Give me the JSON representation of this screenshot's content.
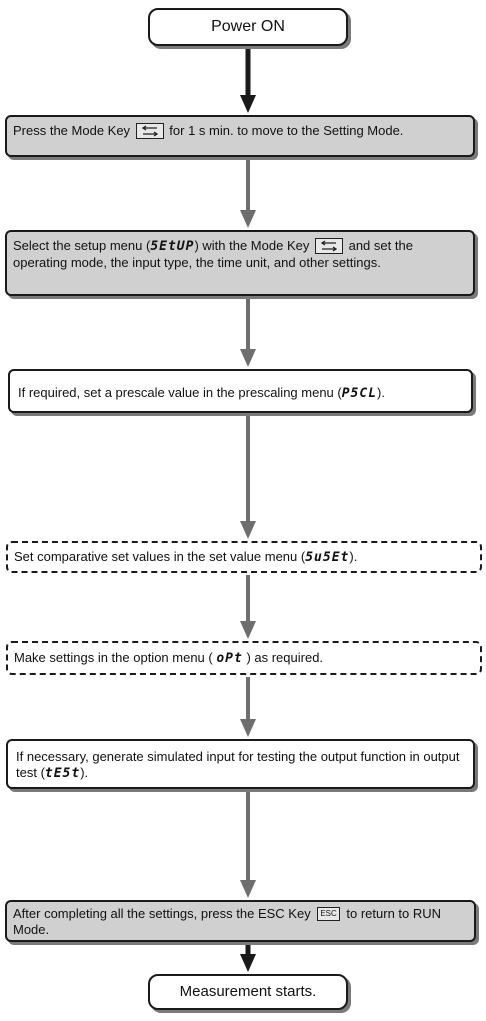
{
  "start": {
    "label": "Power ON"
  },
  "steps": [
    {
      "pre": "Press the Mode Key",
      "post": " for 1 s min. to move to the Setting Mode."
    },
    {
      "pre": "Select the setup menu (",
      "code": "5EtUP",
      "mid": ") with the Mode Key",
      "post": " and set the operating mode, the input type, the time unit, and other settings."
    },
    {
      "pre": "If required, set a prescale value in the prescaling menu (",
      "code": "P5CL",
      "post": ")."
    },
    {
      "pre": "Set comparative set values in the set value menu (",
      "code": "5u5Et",
      "post": ")."
    },
    {
      "pre": "Make settings in the option menu ( ",
      "code": "oPt",
      "post": " ) as required."
    },
    {
      "pre": "If necessary, generate simulated input for testing the output function in output test (",
      "code": "tE5t",
      "post": ")."
    },
    {
      "pre": "After completing all the settings, press the ESC Key",
      "key": "ESC",
      "post": " to return to RUN Mode."
    }
  ],
  "end": {
    "label": "Measurement starts."
  },
  "icons": {
    "mode_key": "mode-key-icon",
    "esc_key": "esc-key-icon"
  },
  "colors": {
    "gray_box": "#d0d0d0",
    "dark_arrow": "#1a1a1a",
    "gray_arrow": "#6e6e6e"
  }
}
